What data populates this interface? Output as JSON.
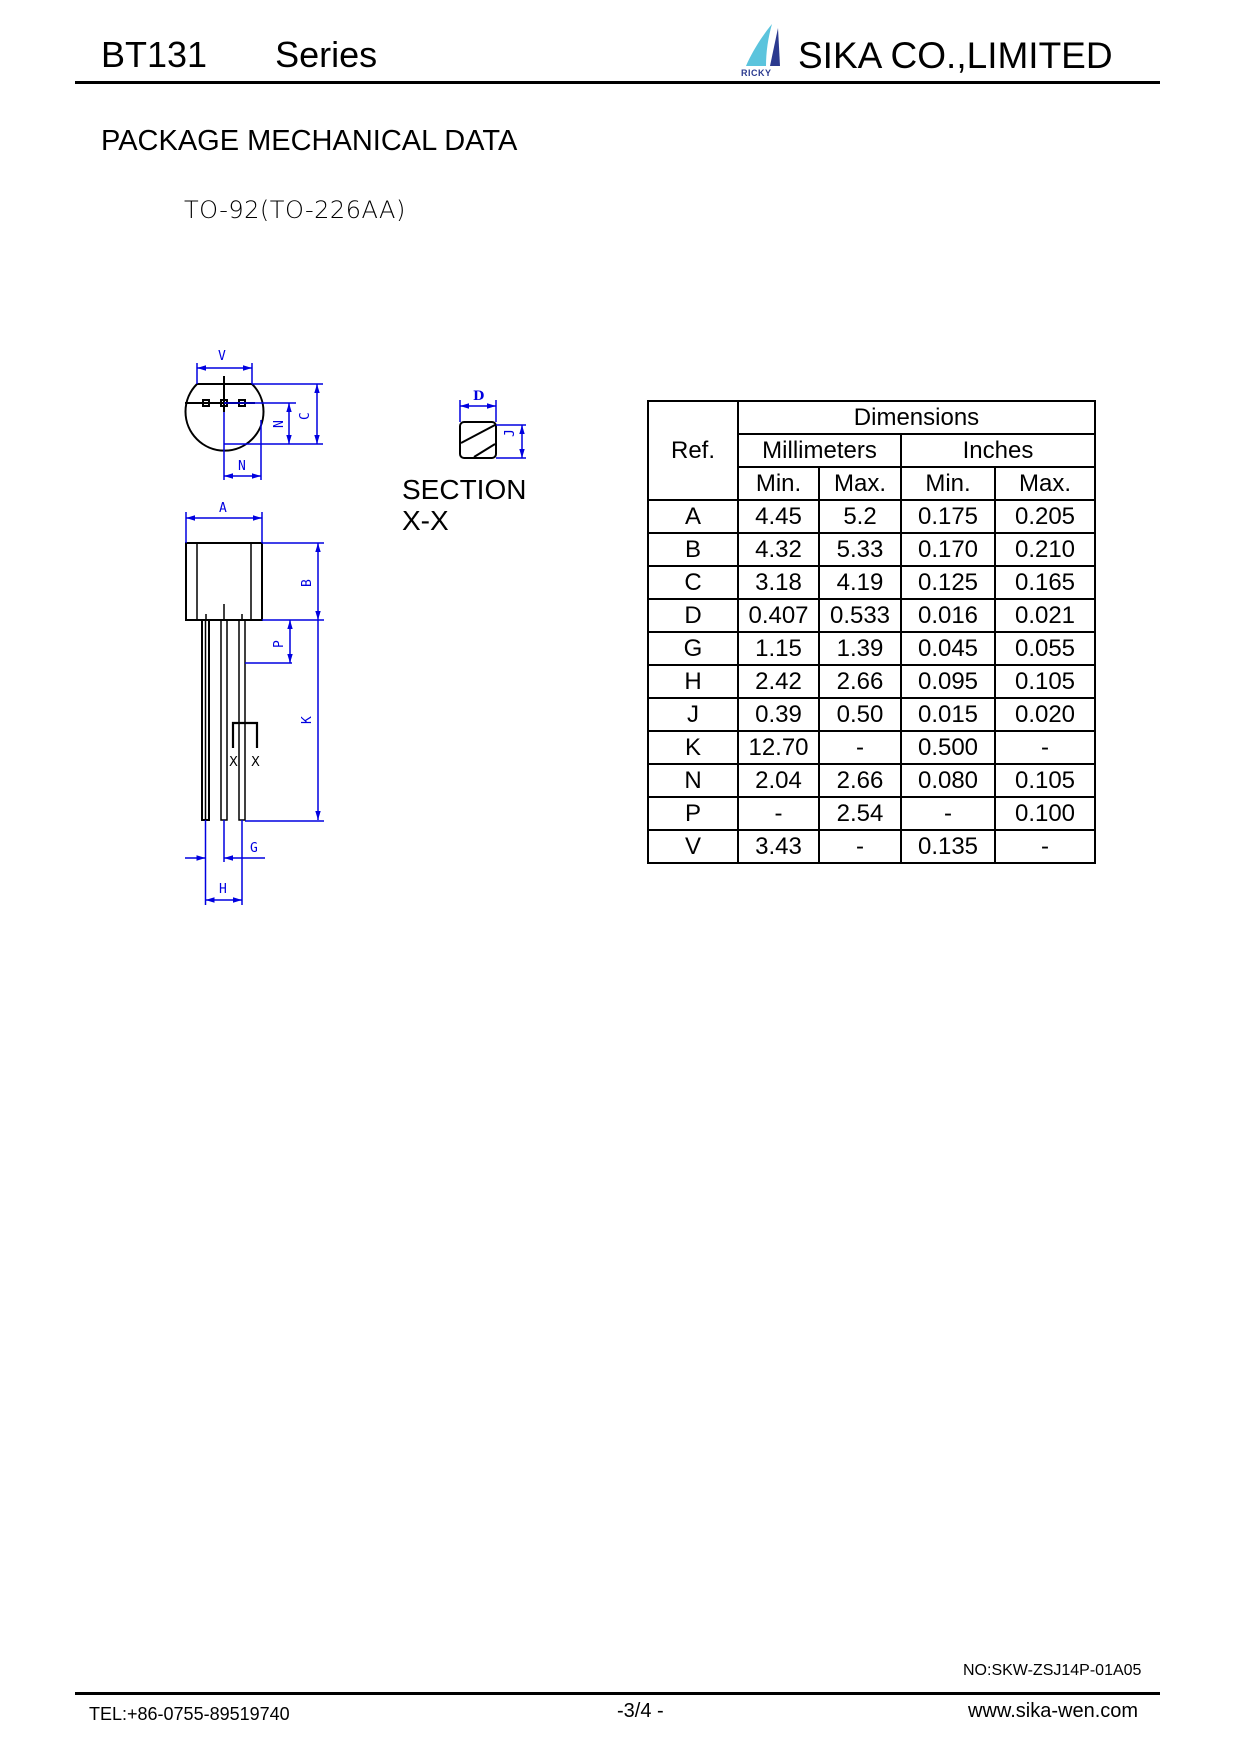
{
  "header": {
    "part_number": "BT131",
    "series_label": "Series",
    "logo": {
      "icon": "sail-logo-icon",
      "text": "RICKY",
      "colors": {
        "light": "#5bc4dd",
        "dark": "#2b3a8f"
      }
    },
    "company_name": "SIKA CO.,LIMITED"
  },
  "section_title": "PACKAGE MECHANICAL DATA",
  "package_name": "TO-92(TO-226AA)",
  "drawing": {
    "dimension_color": "#0000e0",
    "labels": {
      "V": "V",
      "C": "C",
      "N_vertical": "N",
      "N_horizontal": "N",
      "A": "A",
      "B": "B",
      "P": "P",
      "K": "K",
      "G": "G",
      "H": "H",
      "D": "D",
      "J": "J",
      "X1": "X",
      "X2": "X"
    },
    "section_label_line1": "SECTION",
    "section_label_line2": "X-X"
  },
  "table": {
    "header_ref": "Ref.",
    "header_dimensions": "Dimensions",
    "header_mm": "Millimeters",
    "header_in": "Inches",
    "header_min_mm": "Min.",
    "header_max_mm": "Max.",
    "header_min_in": "Min.",
    "header_max_in": "Max.",
    "rows": [
      {
        "ref": "A",
        "mm_min": "4.45",
        "mm_max": "5.2",
        "in_min": "0.175",
        "in_max": "0.205"
      },
      {
        "ref": "B",
        "mm_min": "4.32",
        "mm_max": "5.33",
        "in_min": "0.170",
        "in_max": "0.210"
      },
      {
        "ref": "C",
        "mm_min": "3.18",
        "mm_max": "4.19",
        "in_min": "0.125",
        "in_max": "0.165"
      },
      {
        "ref": "D",
        "mm_min": "0.407",
        "mm_max": "0.533",
        "in_min": "0.016",
        "in_max": "0.021"
      },
      {
        "ref": "G",
        "mm_min": "1.15",
        "mm_max": "1.39",
        "in_min": "0.045",
        "in_max": "0.055"
      },
      {
        "ref": "H",
        "mm_min": "2.42",
        "mm_max": "2.66",
        "in_min": "0.095",
        "in_max": "0.105"
      },
      {
        "ref": "J",
        "mm_min": "0.39",
        "mm_max": "0.50",
        "in_min": "0.015",
        "in_max": "0.020"
      },
      {
        "ref": "K",
        "mm_min": "12.70",
        "mm_max": "-",
        "in_min": "0.500",
        "in_max": "-"
      },
      {
        "ref": "N",
        "mm_min": "2.04",
        "mm_max": "2.66",
        "in_min": "0.080",
        "in_max": "0.105"
      },
      {
        "ref": "P",
        "mm_min": "-",
        "mm_max": "2.54",
        "in_min": "-",
        "in_max": "0.100"
      },
      {
        "ref": "V",
        "mm_min": "3.43",
        "mm_max": "-",
        "in_min": "0.135",
        "in_max": "-"
      }
    ]
  },
  "footer": {
    "doc_number": "NO:SKW-ZSJ14P-01A05",
    "tel": "TEL:+86-0755-89519740",
    "page": "-3/4 -",
    "website": "www.sika-wen.com"
  }
}
